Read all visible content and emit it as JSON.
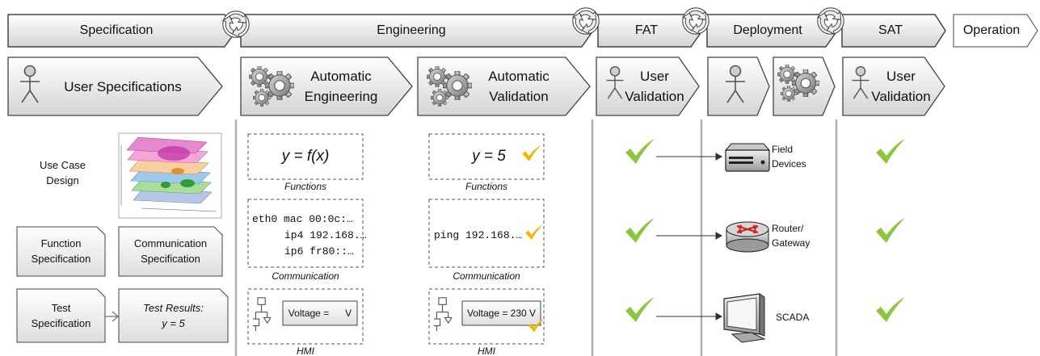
{
  "phases": [
    {
      "id": "spec",
      "label": "Specification"
    },
    {
      "id": "eng",
      "label": "Engineering"
    },
    {
      "id": "fat",
      "label": "FAT"
    },
    {
      "id": "dep",
      "label": "Deployment"
    },
    {
      "id": "sat",
      "label": "SAT"
    },
    {
      "id": "op",
      "label": "Operation"
    }
  ],
  "roles": {
    "user_spec": "User Specifications",
    "auto_eng_line1": "Automatic",
    "auto_eng_line2": "Engineering",
    "auto_val_line1": "Automatic",
    "auto_val_line2": "Validation",
    "user_val_line1": "User",
    "user_val_line2": "Validation"
  },
  "spec": {
    "use_case_line1": "Use Case",
    "use_case_line2": "Design",
    "function_line1": "Function",
    "function_line2": "Specification",
    "communication_line1": "Communication",
    "communication_line2": "Specification",
    "test_line1": "Test",
    "test_line2": "Specification",
    "test_results_line1": "Test Results:",
    "test_results_line2": "y = 5"
  },
  "engineering": {
    "function_expr": "y = f(x)",
    "functions_caption": "Functions",
    "comm_line1": "eth0 mac 00:0c:…",
    "comm_line2": "ip4 192.168.…",
    "comm_line3": "ip6 fr80::…",
    "communication_caption": "Communication",
    "hmi_label": "Voltage =      V",
    "hmi_caption": "HMI"
  },
  "validation": {
    "function_expr": "y = 5",
    "functions_caption": "Functions",
    "comm_line1": "ping 192.168.…",
    "communication_caption": "Communication",
    "hmi_label": "Voltage = 230 V",
    "hmi_caption": "HMI"
  },
  "devices": {
    "field_line1": "Field",
    "field_line2": "Devices",
    "router_line1": "Router/",
    "router_line2": "Gateway",
    "scada": "SCADA"
  },
  "colors": {
    "check_green": "#8cc63f",
    "check_orange": "#f4b400",
    "separator": "#b0b0b0"
  },
  "icons": [
    "person-icon",
    "gears-icon",
    "cycle-icon",
    "checkmark-icon",
    "server-icon",
    "router-icon",
    "monitor-icon",
    "hierarchy-icon"
  ]
}
